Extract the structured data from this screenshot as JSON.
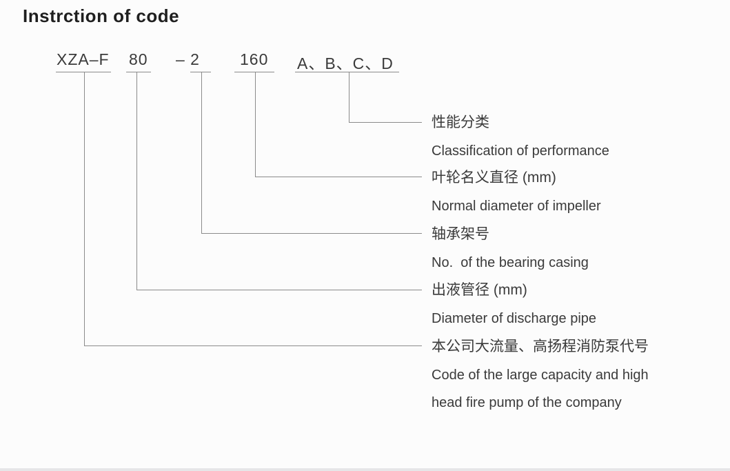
{
  "title": "Instrction of code",
  "code": {
    "segments": [
      {
        "text": "XZA–F"
      },
      {
        "text": "80"
      },
      {
        "text": "– 2"
      },
      {
        "text": "160"
      },
      {
        "text": "A、B、C、D"
      }
    ]
  },
  "labels": {
    "performance": {
      "cn": "性能分类",
      "en": "Classification of performance"
    },
    "impeller": {
      "cn": "叶轮名义直径 (mm)",
      "en": "Normal diameter of impeller"
    },
    "bearing": {
      "cn": "轴承架号",
      "en": "No.  of the bearing casing"
    },
    "discharge": {
      "cn": "出液管径 (mm)",
      "en": "Diameter of discharge pipe"
    },
    "company": {
      "cn": "本公司大流量、高扬程消防泵代号",
      "en_line1": "Code of the large capacity and high",
      "en_line2": "head fire pump of the company"
    }
  },
  "colors": {
    "bg": "#fcfcfc",
    "title": "#1f1f1f",
    "text": "#3a3a3a",
    "line": "#8a8a8a",
    "footer": "#e6e6e8"
  }
}
